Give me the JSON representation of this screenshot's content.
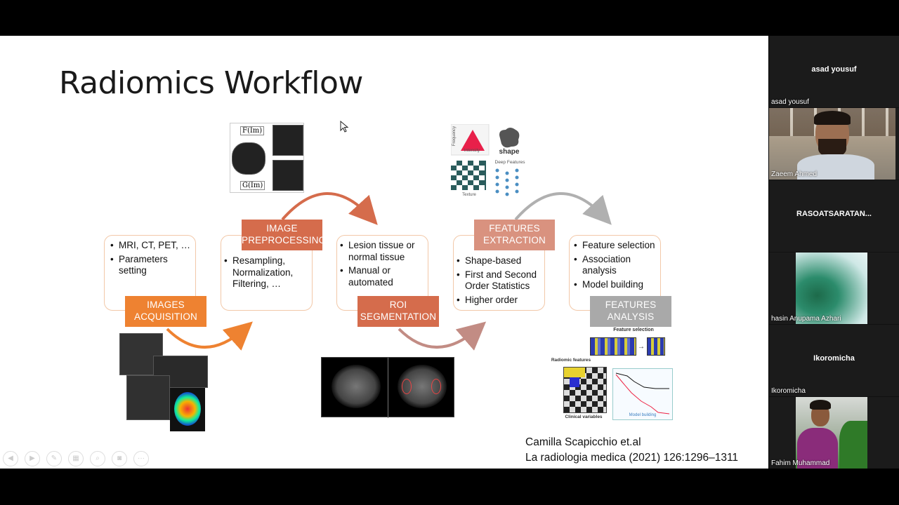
{
  "slide": {
    "title": "Radiomics Workflow",
    "steps": [
      {
        "id": "images-acquisition",
        "lines": [
          "IMAGES",
          "ACQUISITION"
        ],
        "color": "#ee8231",
        "bullets": [
          "MRI, CT, PET, …",
          "Parameters setting"
        ]
      },
      {
        "id": "image-preprocessing",
        "lines": [
          "IMAGE",
          "PREPROCESSING"
        ],
        "color": "#d56c4c",
        "bullets": [
          "Resampling, Normalization, Filtering, …"
        ]
      },
      {
        "id": "roi-segmentation",
        "lines": [
          "ROI",
          "SEGMENTATION"
        ],
        "color": "#d56c4c",
        "bullets": [
          "Lesion tissue or normal tissue",
          "Manual or automated"
        ]
      },
      {
        "id": "features-extraction",
        "lines": [
          "FEATURES",
          "EXTRACTION"
        ],
        "color": "#d9927f",
        "bullets": [
          "Shape-based",
          "First and Second Order Statistics",
          "Higher order"
        ]
      },
      {
        "id": "features-analysis",
        "lines": [
          "FEATURES",
          "ANALYSIS"
        ],
        "color": "#a9a9a9",
        "bullets": [
          "Feature selection",
          "Association analysis",
          "Model building"
        ]
      }
    ],
    "figure_labels": {
      "f_im": "F(Im)",
      "g_im": "G(Im)",
      "frequency": "Frequency",
      "intensity": "Intensity",
      "shape": "shape",
      "deep_features": "Deep Features",
      "texture": "Texture",
      "feature_selection": "Feature selection",
      "radiomic_features": "Radiomic features",
      "clinical_variables": "Clinical variables",
      "model_building": "Model building"
    },
    "citation": {
      "line1": "Camilla Scapicchio et.al",
      "line2": "La radiologia medica (2021) 126:1296–1311"
    },
    "controls": [
      "previous-icon",
      "next-icon",
      "pen-icon",
      "slides-icon",
      "zoom-icon",
      "camera-icon",
      "more-icon"
    ]
  },
  "participants": [
    {
      "name": "asad yousuf",
      "centered_name": "asad yousuf",
      "video": false
    },
    {
      "name": "Zaeem Ahmed",
      "video": true
    },
    {
      "name": "",
      "centered_name": "RASOATSARATAN...",
      "video": false
    },
    {
      "name": "hasin Anupama Azhari",
      "video": true
    },
    {
      "name": "Ikoromicha",
      "centered_name": "Ikoromicha",
      "video": false
    },
    {
      "name": "Fahim Muhammad",
      "video": true
    }
  ],
  "colors": {
    "orange": "#ee8231",
    "rust": "#d56c4c",
    "rose": "#d9927f",
    "gray": "#a9a9a9",
    "card_border": "#f2c8a8"
  }
}
